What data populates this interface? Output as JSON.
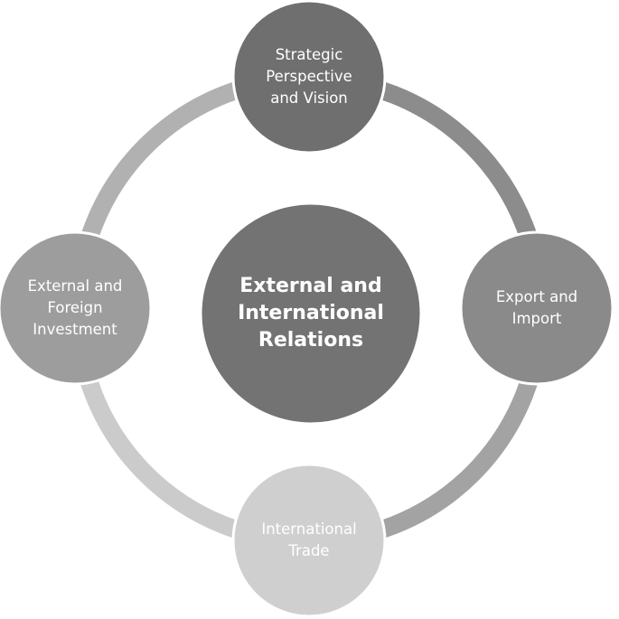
{
  "diagram": {
    "center": {
      "label": "External and\nInternational\nRelations",
      "color": "#737373"
    },
    "nodes": {
      "top": {
        "label": "Strategic\nPerspective\nand Vision",
        "color": "#6f6f6f"
      },
      "right": {
        "label": "Export and\nImport",
        "color": "#8a8a8a"
      },
      "bottom": {
        "label": "International\nTrade",
        "color": "#cfcfcf"
      },
      "left": {
        "label": "External and\nForeign\nInvestment",
        "color": "#9d9d9d"
      }
    },
    "ring_colors": {
      "top_right": "#8c8c8c",
      "right_bottom": "#a3a3a3",
      "bottom_left": "#cbcbcb",
      "left_top": "#b1b1b1"
    }
  }
}
